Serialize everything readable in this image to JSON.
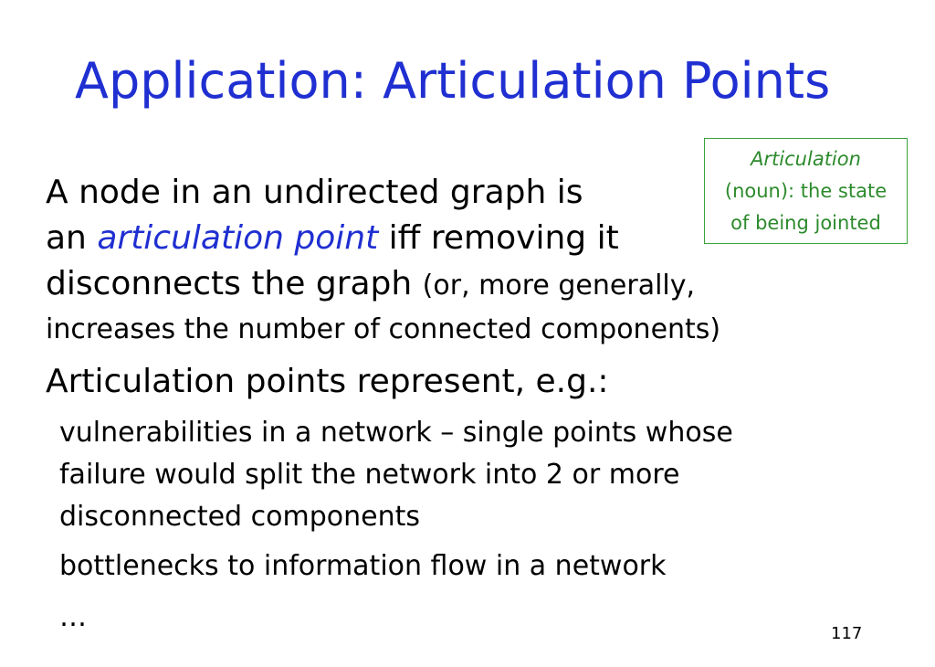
{
  "slide": {
    "title": "Application: Articulation Points",
    "definition_box": {
      "term": "Articulation",
      "line2": "(noun): the state",
      "line3": "of being jointed"
    },
    "paragraph1": {
      "line1": "A node in an undirected graph is",
      "line2_prefix": "an ",
      "line2_term": "articulation point",
      "line2_suffix": " iff removing it",
      "line3_main": "disconnects the graph ",
      "line3_aside": "(or, more generally,",
      "line4": "increases the number of connected components)"
    },
    "paragraph2": "Articulation points represent, e.g.:",
    "sub_items": [
      {
        "line1": "vulnerabilities in a network – single points whose",
        "line2": "failure would split the network into 2 or more",
        "line3": "disconnected components"
      },
      {
        "line1": "bottlenecks to information flow in a network"
      },
      {
        "line1": "…"
      }
    ],
    "page_number": "117"
  }
}
